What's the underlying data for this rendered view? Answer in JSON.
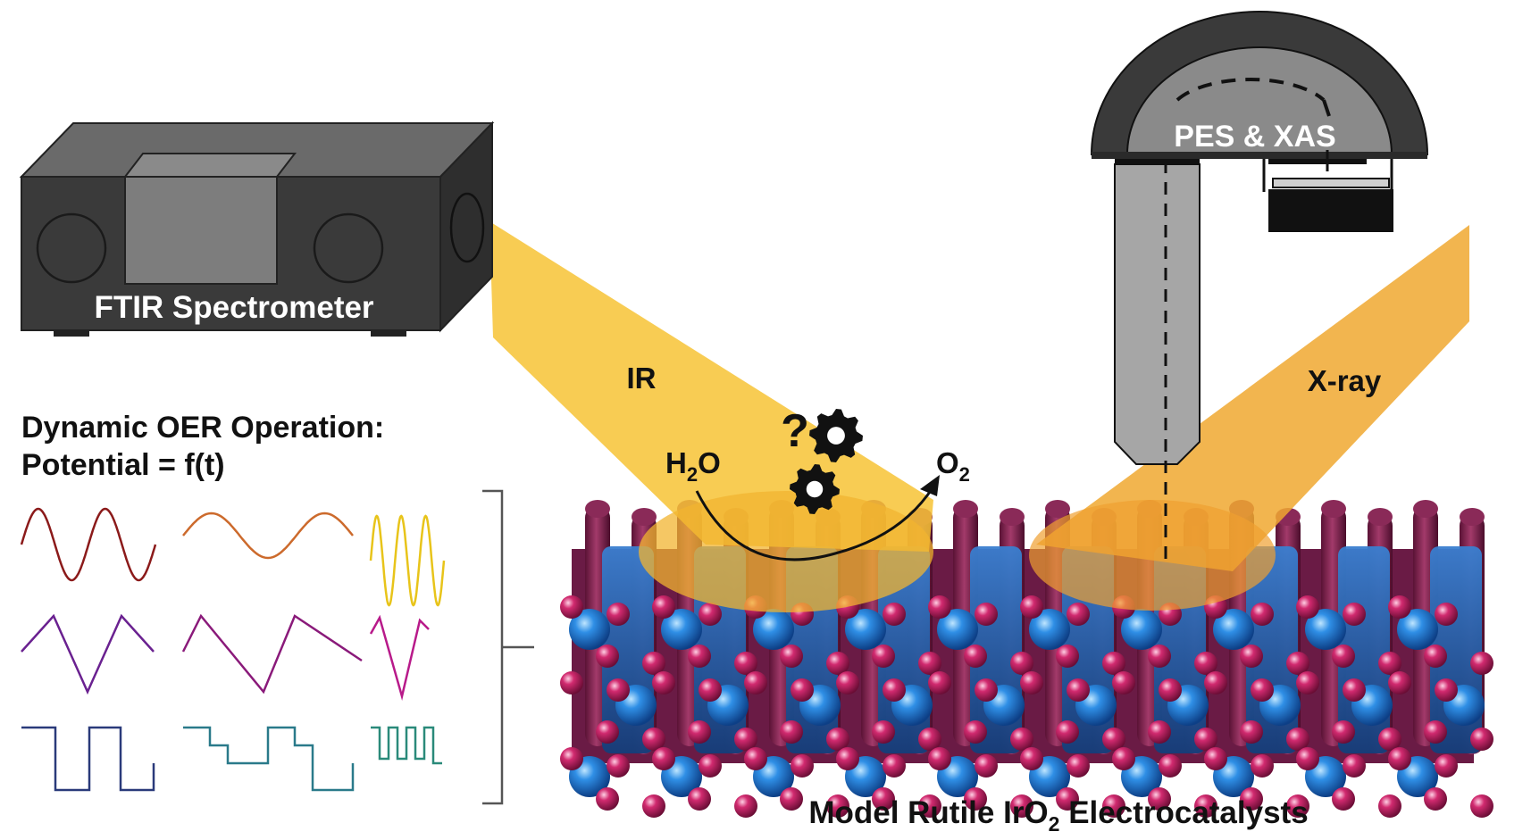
{
  "instrument_ftir": {
    "label": "FTIR Spectrometer"
  },
  "instrument_pes": {
    "label": "PES & XAS"
  },
  "beam_ir": {
    "label": "IR"
  },
  "beam_xray": {
    "label": "X-ray"
  },
  "reaction": {
    "reactant": "H",
    "reactant_sub": "2",
    "reactant_tail": "O",
    "product": "O",
    "product_sub": "2",
    "mystery": "?"
  },
  "operation": {
    "title_line1": "Dynamic OER Operation:",
    "title_line2": "Potential = f(t)"
  },
  "catalyst": {
    "label_part1": "Model Rutile IrO",
    "label_sub": "2",
    "label_part2": " Electrocatalysts"
  },
  "colors": {
    "beam": "#f7c335",
    "beam_xray": "#f0a830",
    "instrument_dark": "#3a3a3a",
    "atom_ir": "#1f6fc4",
    "atom_o": "#b4185a",
    "rod_o": "#7a1f4a",
    "wave_sine": [
      "#8b1a1a",
      "#cc6a2c",
      "#e8c41a"
    ],
    "wave_tri": [
      "#6a2190",
      "#8a1a7a",
      "#b81a8a"
    ],
    "wave_square": [
      "#2a3a7a",
      "#2a7a8a",
      "#2a8a7a"
    ]
  },
  "icons": [
    "gear-icon",
    "question-mark-icon",
    "bracket-icon",
    "reaction-arrow-icon"
  ]
}
